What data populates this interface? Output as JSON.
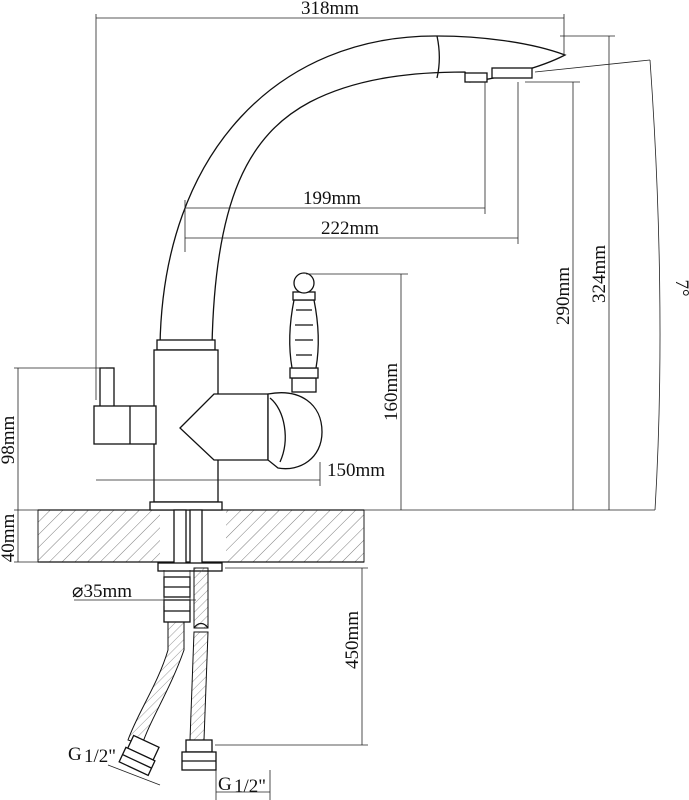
{
  "dimensions": {
    "overall_width": "318mm",
    "reach_inner": "199mm",
    "reach_outer": "222mm",
    "handle_height": "160mm",
    "body_width": "150mm",
    "lever_height": "98mm",
    "spout_height_inner": "290mm",
    "spout_height_outer": "324mm",
    "deck_thickness": "40mm",
    "shank_diameter": "⌀35mm",
    "hose_length": "450mm",
    "spout_angle": "7°"
  },
  "connections": {
    "left_thread": "G",
    "left_thread_fraction": "1/2\"",
    "right_thread": "G",
    "right_thread_fraction": "1/2\""
  }
}
